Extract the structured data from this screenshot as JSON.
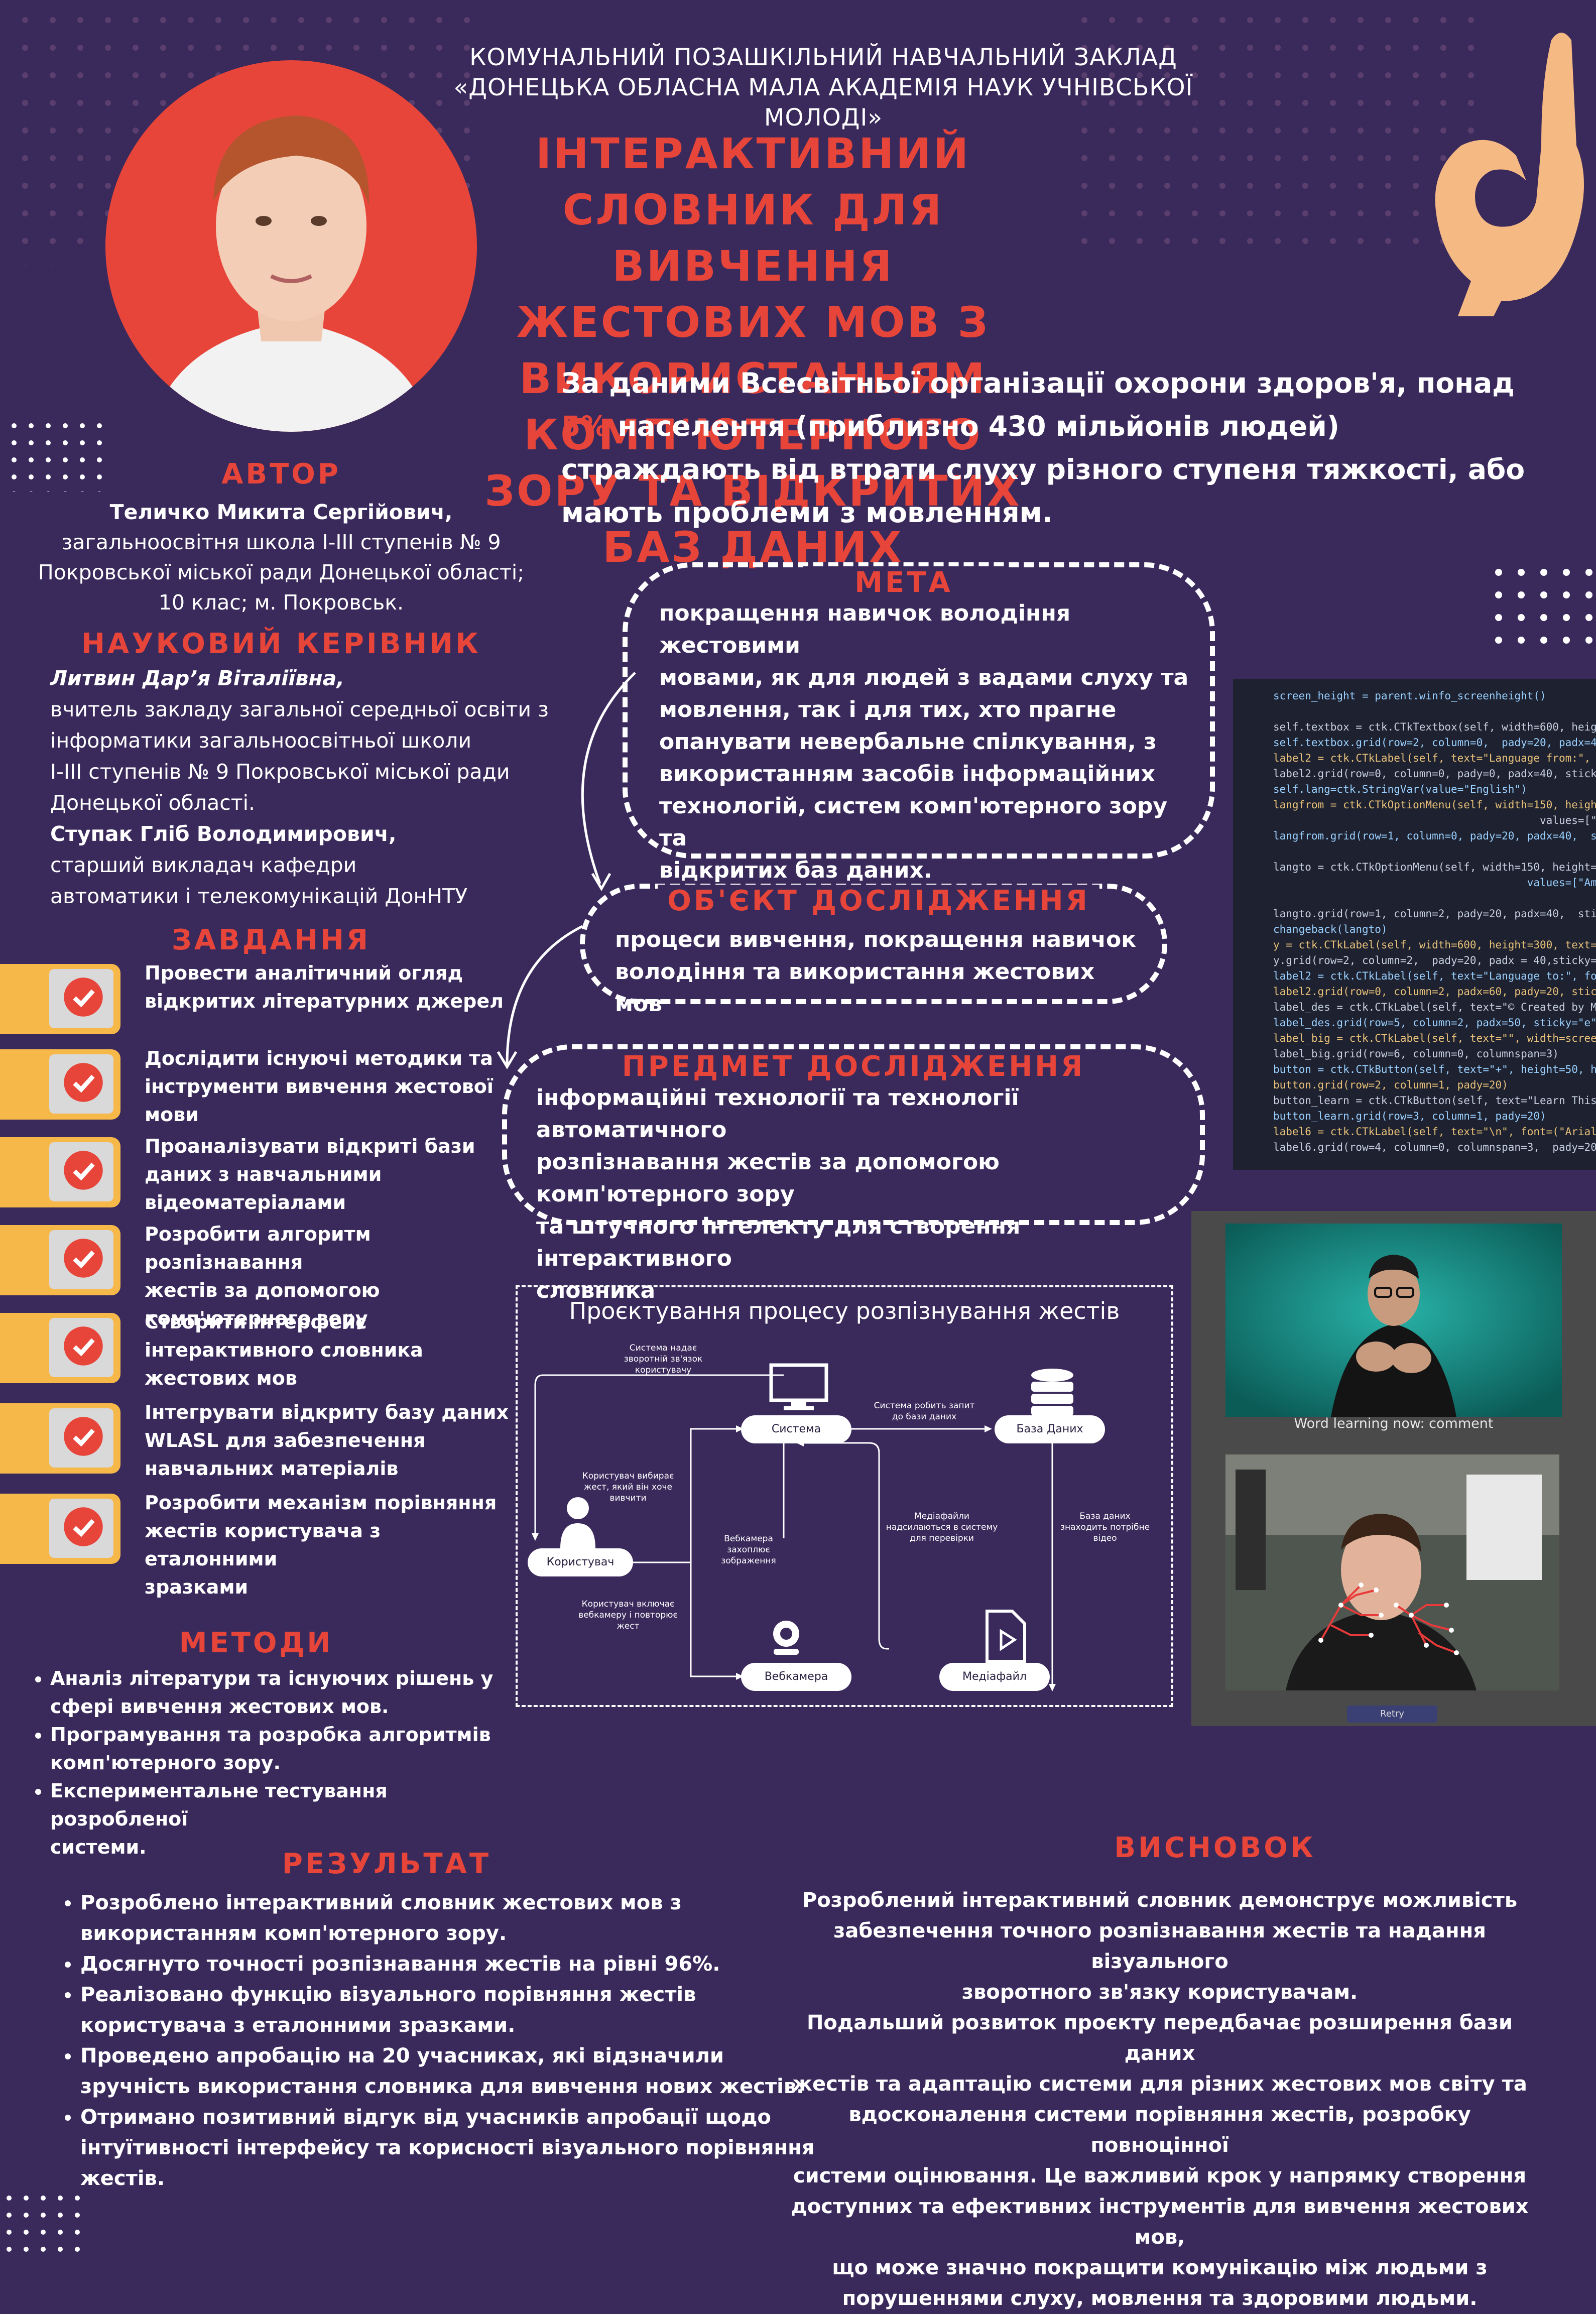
{
  "header": {
    "org_line1": "КОМУНАЛЬНИЙ ПОЗАШКІЛЬНИЙ НАВЧАЛЬНИЙ ЗАКЛАД",
    "org_line2": "«ДОНЕЦЬКА ОБЛАСНА МАЛА АКАДЕМІЯ НАУК УЧНІВСЬКОЇ МОЛОДІ»",
    "title_lines": [
      "ІНТЕРАКТИВНИЙ СЛОВНИК ДЛЯ",
      "ВИВЧЕННЯ ЖЕСТОВИХ МОВ З",
      "ВИКОРИСТАННЯМ КОМП'ЮТЕРНОГО",
      "ЗОРУ ТА ВІДКРИТИХ БАЗ ДАНИХ"
    ]
  },
  "intro": {
    "line1": "За даними Всесвітньої організації охорони здоров'я, понад",
    "highlight": "5%",
    "line2_rest": " населення (приблизно 430 мільйонів людей)",
    "line3": "страждають від втрати слуху різного ступеня тяжкості, або",
    "line4": "мають проблеми з мовленням."
  },
  "author": {
    "heading": "АВТОР",
    "name": "Теличко Микита Сергійович,",
    "lines": [
      "загальноосвітня школа І-ІІІ ступенів № 9",
      "Покровської міської ради Донецької області;",
      "10 клас; м. Покровськ."
    ]
  },
  "supervisor": {
    "heading": "НАУКОВИЙ КЕРІВНИК",
    "name1": "Литвин Дар’я Віталіївна,",
    "lines1": [
      "вчитель закладу загальної середньої освіти з",
      "інформатики загальноосвітньої школи",
      "І-ІІІ ступенів № 9 Покровської міської ради",
      "Донецької області."
    ],
    "name2": "Ступак Гліб Володимирович,",
    "lines2": [
      "старший викладач кафедри",
      "автоматики і телекомунікацій ДонНТУ"
    ]
  },
  "goal": {
    "heading": "МЕТА",
    "lines": [
      "покращення навичок володіння жестовими",
      "мовами, як для людей з вадами слуху та",
      "мовлення, так і для тих, хто прагне",
      "опанувати невербальне спілкування, з",
      "використанням засобів інформаційних",
      "технологій, систем комп'ютерного зору та",
      "відкритих баз даних."
    ]
  },
  "object": {
    "heading": "ОБ'ЄКТ ДОСЛІДЖЕННЯ",
    "lines": [
      "процеси вивчення, покращення навичок",
      "володіння та використання жестових мов"
    ]
  },
  "subject": {
    "heading": "ПРЕДМЕТ ДОСЛІДЖЕННЯ",
    "lines": [
      "інформаційні технології та технології автоматичного",
      "розпізнавання жестів за допомогою комп'ютерного зору",
      "та штучного інтелекту для створення інтерактивного",
      "словника"
    ]
  },
  "tasks": {
    "heading": "ЗАВДАННЯ",
    "items": [
      [
        "Провести аналітичний огляд",
        "відкритих літературних джерел"
      ],
      [
        "Дослідити існуючі методики та",
        "інструменти вивчення жестової",
        "мови"
      ],
      [
        "Проаналізувати відкриті бази",
        "даних з навчальними",
        "відеоматеріалами"
      ],
      [
        "Розробити алгоритм розпізнавання",
        "жестів за допомогою",
        "комп'ютерного зору"
      ],
      [
        "Створити інтерфейс",
        "інтерактивного словника",
        "жестових мов"
      ],
      [
        "Інтегрувати відкриту базу даних",
        "WLASL для забезпечення",
        "навчальних матеріалів"
      ],
      [
        "Розробити механізм порівняння",
        "жестів користувача з еталонними",
        "зразками"
      ]
    ]
  },
  "methods": {
    "heading": "МЕТОДИ",
    "items": [
      [
        "Аналіз літератури та існуючих рішень у",
        "сфері вивчення жестових мов."
      ],
      [
        "Програмування та розробка алгоритмів",
        "комп'ютерного зору."
      ],
      [
        "Експериментальне тестування розробленої",
        "системи."
      ]
    ]
  },
  "results": {
    "heading": "РЕЗУЛЬТАТ",
    "items": [
      [
        "Розроблено інтерактивний словник жестових мов з",
        "використанням комп'ютерного зору."
      ],
      [
        "Досягнуто точності розпізнавання жестів на рівні 96%."
      ],
      [
        "Реалізовано функцію візуального порівняння жестів",
        "користувача з еталонними зразками."
      ],
      [
        "Проведено апробацію на 20 учасниках, які відзначили",
        "зручність використання словника для вивчення нових жестів."
      ],
      [
        "Отримано позитивний відгук від учасників апробації щодо",
        "інтуїтивності інтерфейсу та корисності візуального порівняння",
        "жестів."
      ]
    ]
  },
  "conclusion": {
    "heading": "ВИСНОВОК",
    "lines": [
      "Розроблений інтерактивний словник демонструє можливість",
      "забезпечення точного розпізнавання жестів та надання візуального",
      "зворотного зв'язку користувачам.",
      "Подальший розвиток проєкту передбачає розширення бази даних",
      "жестів та адаптацію системи для різних жестових мов світу та",
      "вдосконалення системи порівняння жестів, розробку повноцінної",
      "системи оцінювання. Це важливий крок у напрямку створення",
      "доступних та ефективних інструментів для вивчення жестових мов,",
      "що може значно покращити комунікацію між людьми з",
      "порушеннями слуху, мовлення та здоровими людьми."
    ]
  },
  "diagram": {
    "title": "Проєктування процесу розпізнування жестів",
    "nodes": {
      "system": "Система",
      "database": "База Даних",
      "user": "Користувач",
      "webcam": "Вебкамера",
      "mediafile": "Медіафайл"
    },
    "labels": {
      "feedback": [
        "Система надає",
        "зворотній зв'язок",
        "користувачу"
      ],
      "request": [
        "Система робить запит",
        "до бази даних"
      ],
      "choose": [
        "Користувач вибирає",
        "жест, який він хоче",
        "вивчити"
      ],
      "capture": [
        "Вебкамера",
        "захоплює",
        "зображення"
      ],
      "media_sent": [
        "Медіафайли",
        "надсилаються в систему",
        "для перевірки"
      ],
      "db_finds": [
        "База даних",
        "знаходить потрібне",
        "відео"
      ],
      "user_turns_on": [
        "Користувач включає",
        "вебкамеру і повторює",
        "жест"
      ]
    }
  },
  "code": {
    "lines": [
      "screen_height = parent.winfo_screenheight()",
      "",
      "self.textbox = ctk.CTkTextbox(self, width=600, heig",
      "self.textbox.grid(row=2, column=0,  pady=20, padx=4",
      "label2 = ctk.CTkLabel(self, text=\"Language from:\",",
      "label2.grid(row=0, column=0, pady=0, padx=40, stick",
      "self.lang=ctk.StringVar(value=\"English\")",
      "langfrom = ctk.CTkOptionMenu(self, width=150, heigh",
      "                                          values=[\"Eng",
      "langfrom.grid(row=1, column=0, pady=20, padx=40,  s",
      "",
      "langto = ctk.CTkOptionMenu(self, width=150, height=",
      "                                        values=[\"Amer",
      "",
      "langto.grid(row=1, column=2, pady=20, padx=40,  sti",
      "changeback(langto)",
      "y = ctk.CTkLabel(self, width=600, height=300, text=",
      "y.grid(row=2, column=2,  pady=20, padx = 40,sticky=",
      "label2 = ctk.CTkLabel(self, text=\"Language to:\", fo",
      "label2.grid(row=0, column=2, padx=60, pady=20, stic",
      "label_des = ctk.CTkLabel(self, text=\"© Created by M",
      "label_des.grid(row=5, column=2, padx=50, sticky=\"e\"",
      "label_big = ctk.CTkLabel(self, text=\"\", width=scree",
      "label_big.grid(row=6, column=0, columnspan=3)",
      "button = ctk.CTkButton(self, text=\"+\", height=50, h",
      "button.grid(row=2, column=1, pady=20)",
      "button_learn = ctk.CTkButton(self, text=\"Learn This",
      "button_learn.grid(row=3, column=1, pady=20)",
      "label6 = ctk.CTkLabel(self, text=\"\\n\", font=(\"Arial",
      "label6.grid(row=4, column=0, columnspan=3,  pady=20"
    ]
  },
  "camera": {
    "caption": "Word learning now: comment",
    "retry": "Retry"
  },
  "colors": {
    "background": "#3a2a5c",
    "accent_red": "#e8453a",
    "tab_yellow": "#f7b84a"
  }
}
